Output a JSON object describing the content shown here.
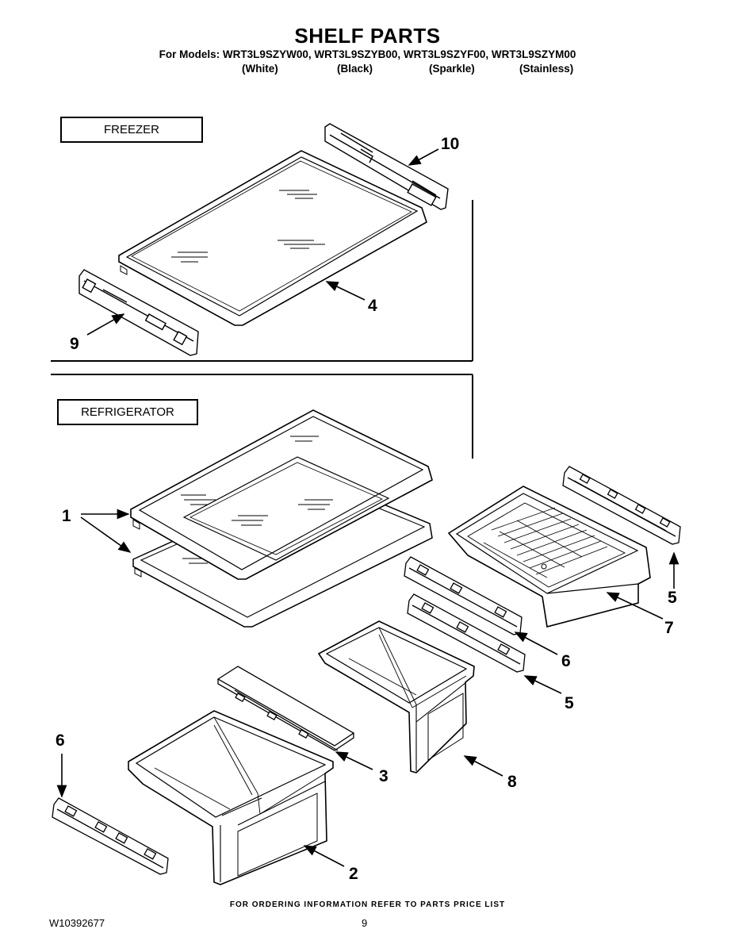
{
  "header": {
    "title": "SHELF PARTS",
    "models_line": "For Models: WRT3L9SZYW00, WRT3L9SZYB00, WRT3L9SZYF00, WRT3L9SZYM00",
    "variants": [
      "(White)",
      "(Black)",
      "(Sparkle)",
      "(Stainless)"
    ]
  },
  "sections": {
    "freezer": "FREEZER",
    "refrigerator": "REFRIGERATOR"
  },
  "callouts": {
    "c10": "10",
    "c4": "4",
    "c9": "9",
    "c1": "1",
    "c5a": "5",
    "c7": "7",
    "c6a": "6",
    "c5b": "5",
    "c3": "3",
    "c8": "8",
    "c6b": "6",
    "c2": "2"
  },
  "footer": {
    "ordering_note": "FOR ORDERING INFORMATION REFER TO PARTS PRICE LIST",
    "document_number": "W10392677",
    "page_number": "9"
  }
}
